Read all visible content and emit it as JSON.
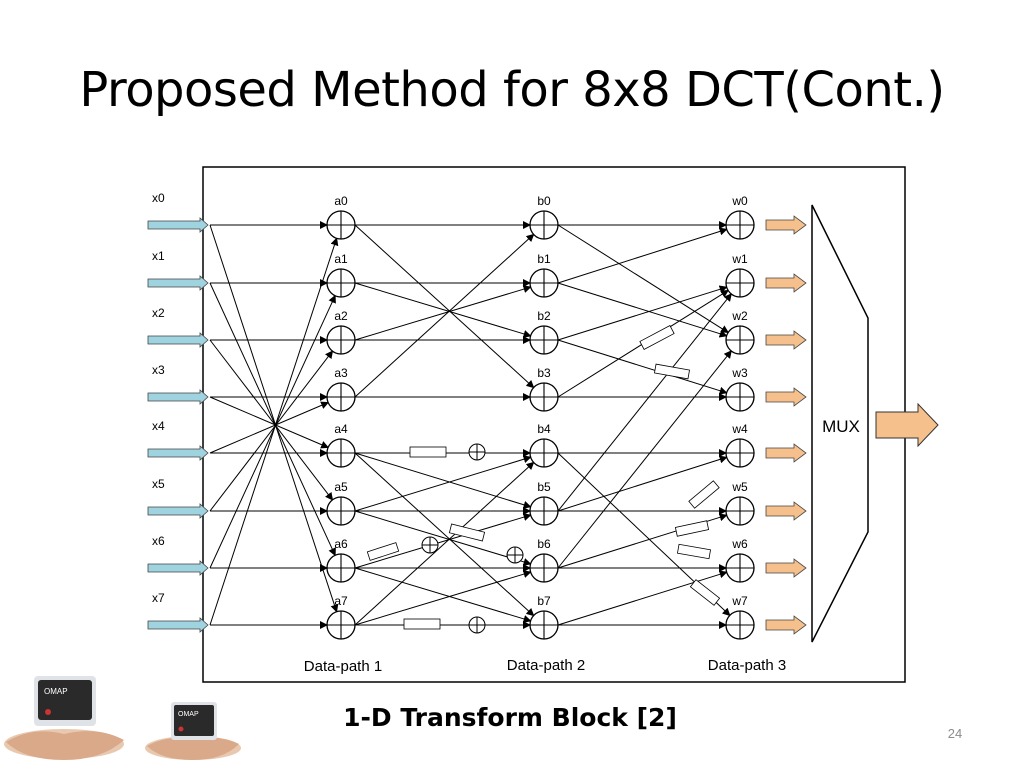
{
  "slide": {
    "title": "Proposed Method for 8x8 DCT(Cont.)",
    "caption": "1-D Transform Block [2]",
    "page_number": "24"
  },
  "diagram": {
    "inputs": [
      "x0",
      "x1",
      "x2",
      "x3",
      "x4",
      "x5",
      "x6",
      "x7"
    ],
    "stage1": [
      "a0",
      "a1",
      "a2",
      "a3",
      "a4",
      "a5",
      "a6",
      "a7"
    ],
    "stage2": [
      "b0",
      "b1",
      "b2",
      "b3",
      "b4",
      "b5",
      "b6",
      "b7"
    ],
    "stage3": [
      "w0",
      "w1",
      "w2",
      "w3",
      "w4",
      "w5",
      "w6",
      "w7"
    ],
    "mux_label": "MUX",
    "datapath_labels": [
      "Data-path 1",
      "Data-path 2",
      "Data-path 3"
    ],
    "colors": {
      "input_arrow": "#9fd3df",
      "output_arrow": "#f6c08c",
      "line": "#000000",
      "frame": "#000000"
    }
  },
  "logos": {
    "chip_label_1": "OMAP",
    "chip_label_2": "OMAP"
  }
}
